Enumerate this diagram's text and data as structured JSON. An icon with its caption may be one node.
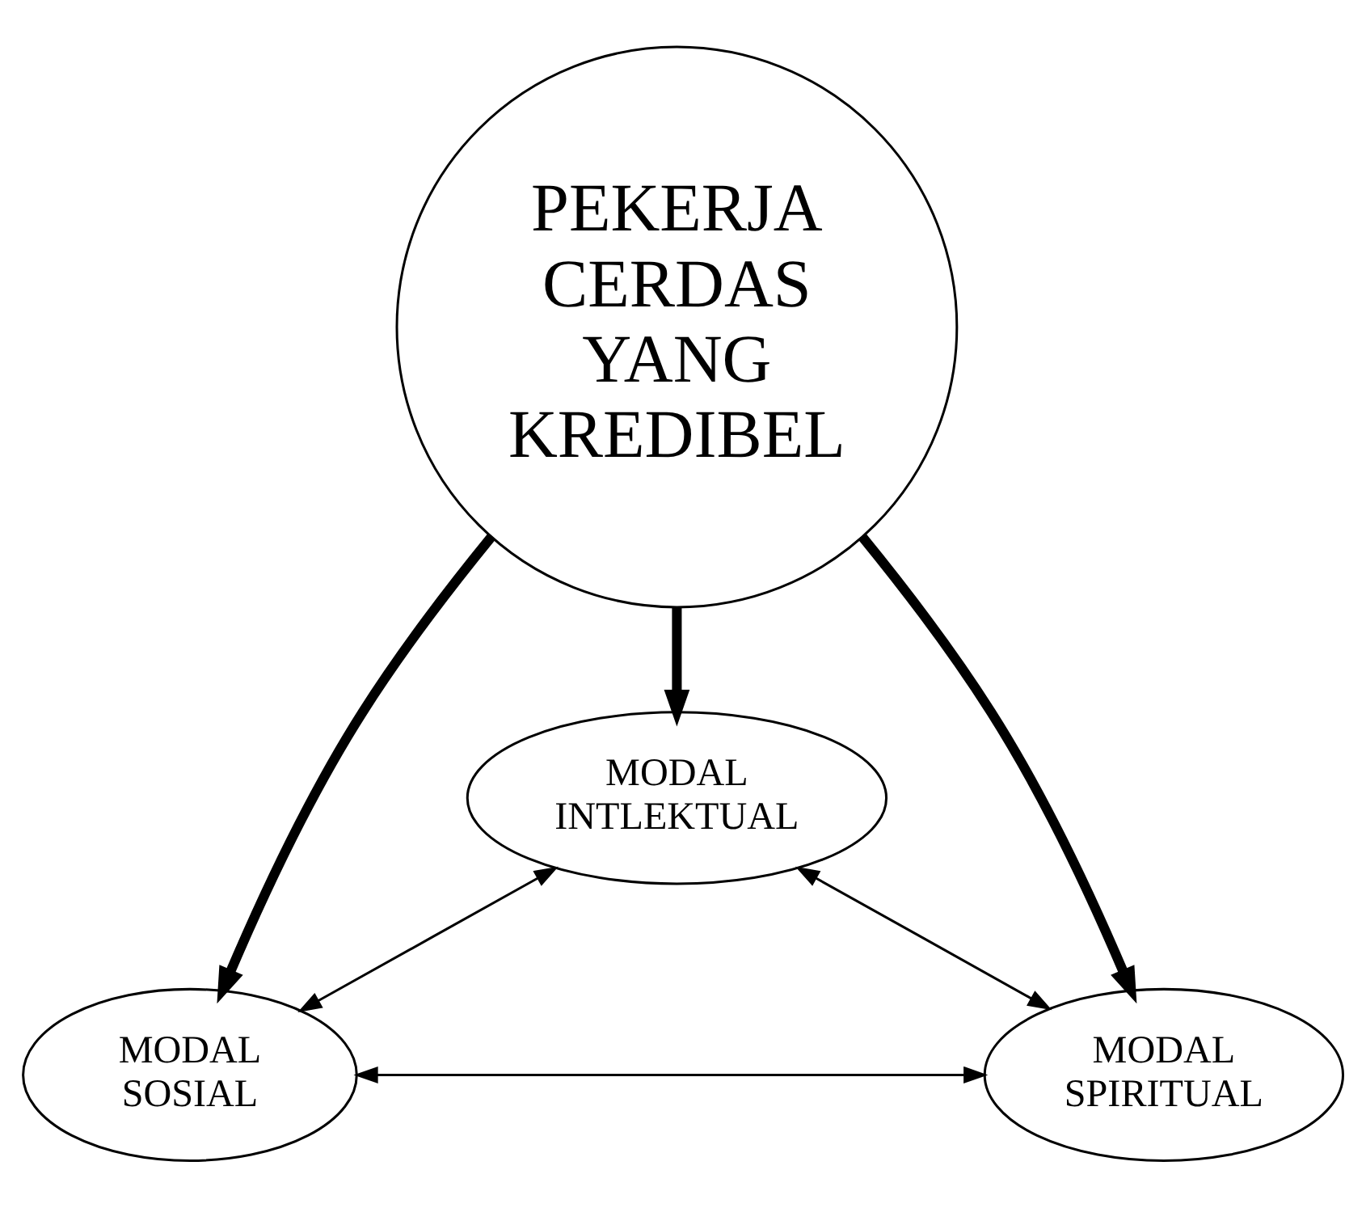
{
  "diagram": {
    "nodes": [
      {
        "text": [
          "MODAL INTLEKTUAL"
        ]
      },
      {
        "text": [
          "PEKERJA CERDAS YANG KREDIBEL"
        ]
      },
      {
        "text": [
          "MODAL SOSIAL"
        ]
      },
      {
        "text": [
          "MODAL SPIRITUAL"
        ]
      }
    ],
    "edges": [
      {
        "from": 1,
        "to": 0,
        "arrow": "to",
        "style": "thick"
      },
      {
        "from": 1,
        "to": 2,
        "arrow": "to",
        "style": "thick"
      },
      {
        "from": 1,
        "to": 3,
        "arrow": "to",
        "style": "thick"
      },
      {
        "from": 0,
        "to": 2,
        "arrow": "both"
      },
      {
        "from": 0,
        "to": 3,
        "arrow": "both"
      },
      {
        "from": 2,
        "to": 3,
        "arrow": "both"
      }
    ]
  }
}
